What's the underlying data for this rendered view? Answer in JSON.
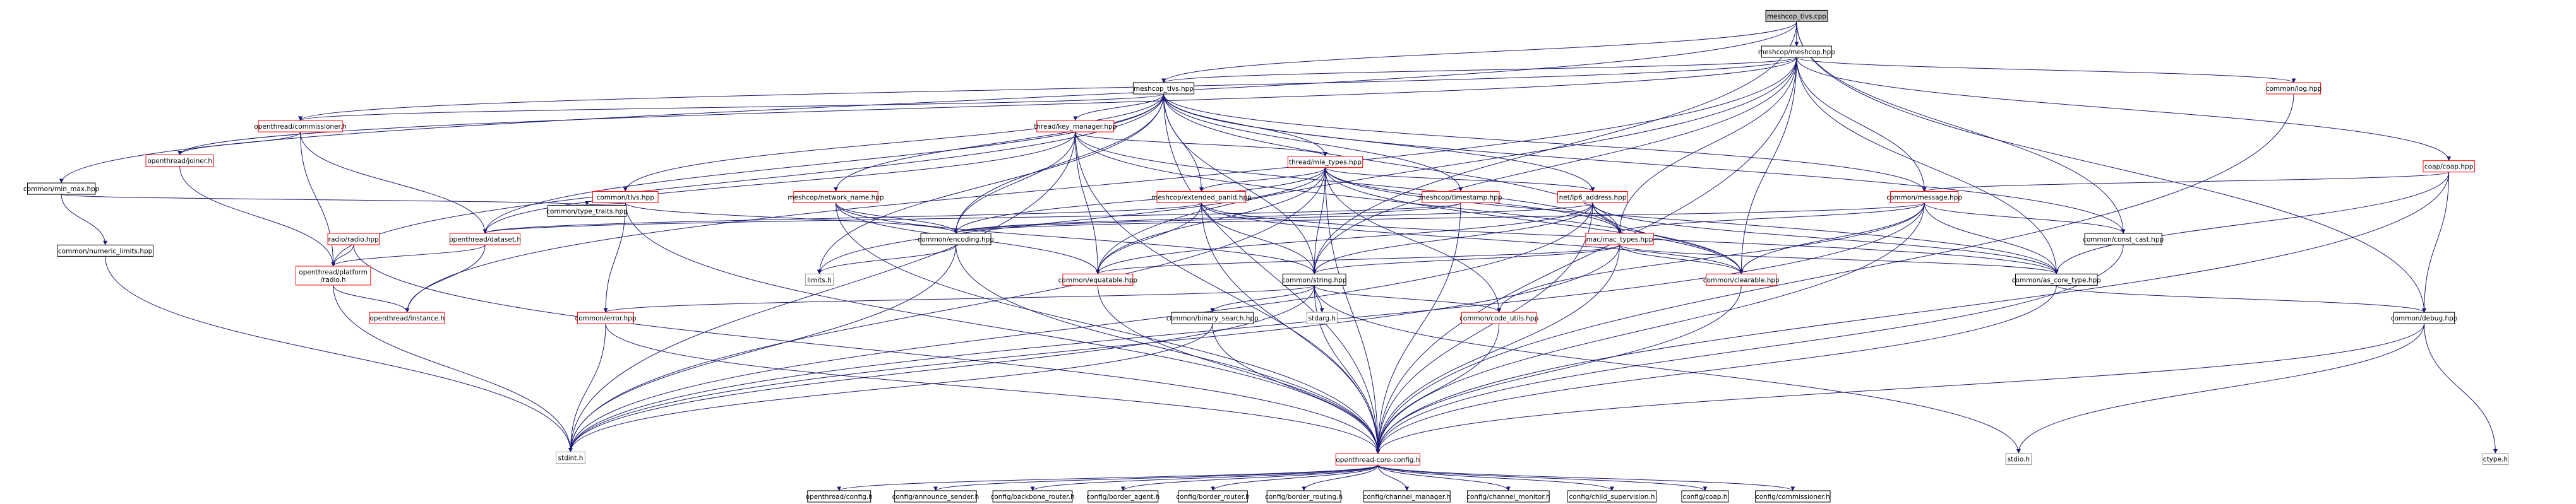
{
  "colors": {
    "edge": "#191970",
    "node_black": "#000000",
    "node_red": "#ff0000",
    "node_gray": "#999999",
    "focus_fill": "#bfbfbf"
  },
  "nodes": [
    {
      "id": "meshcop_tlvs_cpp",
      "label": "meshcop_tlvs.cpp",
      "style": "focus"
    },
    {
      "id": "meshcop_hpp",
      "label": "meshcop/meshcop.hpp",
      "style": "black"
    },
    {
      "id": "min_max",
      "label": "common/min_max.hpp",
      "style": "black"
    },
    {
      "id": "meshcop_tlvs_hpp",
      "label": "meshcop_tlvs.hpp",
      "style": "black"
    },
    {
      "id": "log_hpp",
      "label": "common/log.hpp",
      "style": "red"
    },
    {
      "id": "coap_hpp",
      "label": "coap/coap.hpp",
      "style": "red"
    },
    {
      "id": "commissioner_h",
      "label": "openthread/commissioner.h",
      "style": "red"
    },
    {
      "id": "key_manager",
      "label": "thread/key_manager.hpp",
      "style": "red"
    },
    {
      "id": "joiner_h",
      "label": "openthread/joiner.h",
      "style": "red"
    },
    {
      "id": "mle_types",
      "label": "thread/mle_types.hpp",
      "style": "red"
    },
    {
      "id": "numeric_limits",
      "label": "common/numeric_limits.hpp",
      "style": "black"
    },
    {
      "id": "tlvs_hpp",
      "label": "common/tlvs.hpp",
      "style": "red"
    },
    {
      "id": "network_name",
      "label": "meshcop/network_name.hpp",
      "style": "red"
    },
    {
      "id": "extended_panid",
      "label": "meshcop/extended_panid.hpp",
      "style": "red"
    },
    {
      "id": "timestamp",
      "label": "meshcop/timestamp.hpp",
      "style": "red"
    },
    {
      "id": "ip6_address",
      "label": "net/ip6_address.hpp",
      "style": "red"
    },
    {
      "id": "message_hpp",
      "label": "common/message.hpp",
      "style": "red"
    },
    {
      "id": "type_traits",
      "label": "common/type_traits.hpp",
      "style": "black"
    },
    {
      "id": "radio_hpp",
      "label": "radio/radio.hpp",
      "style": "red"
    },
    {
      "id": "dataset_h",
      "label": "openthread/dataset.h",
      "style": "red"
    },
    {
      "id": "encoding",
      "label": "common/encoding.hpp",
      "style": "black"
    },
    {
      "id": "mac_types",
      "label": "mac/mac_types.hpp",
      "style": "red"
    },
    {
      "id": "const_cast",
      "label": "common/const_cast.hpp",
      "style": "black"
    },
    {
      "id": "platform_radio",
      "label": "openthread/platform\n/radio.h",
      "style": "red"
    },
    {
      "id": "limits_h",
      "label": "limits.h",
      "style": "gray"
    },
    {
      "id": "equatable",
      "label": "common/equatable.hpp",
      "style": "red"
    },
    {
      "id": "string_hpp",
      "label": "common/string.hpp",
      "style": "black"
    },
    {
      "id": "clearable",
      "label": "common/clearable.hpp",
      "style": "red"
    },
    {
      "id": "as_core_type",
      "label": "common/as_core_type.hpp",
      "style": "black"
    },
    {
      "id": "debug_hpp",
      "label": "common/debug.hpp",
      "style": "black"
    },
    {
      "id": "instance_h",
      "label": "openthread/instance.h",
      "style": "red"
    },
    {
      "id": "error_hpp",
      "label": "common/error.hpp",
      "style": "red"
    },
    {
      "id": "binary_search",
      "label": "common/binary_search.hpp",
      "style": "black"
    },
    {
      "id": "stdarg_h",
      "label": "stdarg.h",
      "style": "gray"
    },
    {
      "id": "code_utils",
      "label": "common/code_utils.hpp",
      "style": "red"
    },
    {
      "id": "stdint_h",
      "label": "stdint.h",
      "style": "gray"
    },
    {
      "id": "core_config",
      "label": "openthread-core-config.h",
      "style": "red"
    },
    {
      "id": "stdio_h",
      "label": "stdio.h",
      "style": "gray"
    },
    {
      "id": "ctype_h",
      "label": "ctype.h",
      "style": "gray"
    },
    {
      "id": "ot_config",
      "label": "openthread/config.h",
      "style": "black"
    },
    {
      "id": "cfg_announce",
      "label": "config/announce_sender.h",
      "style": "black"
    },
    {
      "id": "cfg_backbone",
      "label": "config/backbone_router.h",
      "style": "black"
    },
    {
      "id": "cfg_border_agent",
      "label": "config/border_agent.h",
      "style": "black"
    },
    {
      "id": "cfg_border_router",
      "label": "config/border_router.h",
      "style": "black"
    },
    {
      "id": "cfg_border_routing",
      "label": "config/border_routing.h",
      "style": "black"
    },
    {
      "id": "cfg_channel_manager",
      "label": "config/channel_manager.h",
      "style": "black"
    },
    {
      "id": "cfg_channel_monitor",
      "label": "config/channel_monitor.h",
      "style": "black"
    },
    {
      "id": "cfg_child_supervision",
      "label": "config/child_supervision.h",
      "style": "black"
    },
    {
      "id": "cfg_coap",
      "label": "config/coap.h",
      "style": "black"
    },
    {
      "id": "cfg_commissioner",
      "label": "config/commissioner.h",
      "style": "black"
    }
  ],
  "edges": [
    [
      "meshcop_tlvs_cpp",
      "meshcop_hpp"
    ],
    [
      "meshcop_tlvs_cpp",
      "min_max"
    ],
    [
      "meshcop_tlvs_cpp",
      "meshcop_tlvs_hpp"
    ],
    [
      "meshcop_tlvs_cpp",
      "const_cast"
    ],
    [
      "meshcop_tlvs_cpp",
      "debug_hpp"
    ],
    [
      "meshcop_tlvs_cpp",
      "string_hpp"
    ],
    [
      "meshcop_hpp",
      "meshcop_tlvs_hpp"
    ],
    [
      "meshcop_hpp",
      "log_hpp"
    ],
    [
      "meshcop_hpp",
      "coap_hpp"
    ],
    [
      "meshcop_hpp",
      "commissioner_h"
    ],
    [
      "meshcop_hpp",
      "joiner_h"
    ],
    [
      "meshcop_hpp",
      "message_hpp"
    ],
    [
      "meshcop_hpp",
      "mac_types"
    ],
    [
      "meshcop_hpp",
      "string_hpp"
    ],
    [
      "meshcop_hpp",
      "equatable"
    ],
    [
      "meshcop_hpp",
      "clearable"
    ],
    [
      "meshcop_hpp",
      "as_core_type"
    ],
    [
      "meshcop_hpp",
      "core_config"
    ],
    [
      "meshcop_hpp",
      "instance_h"
    ],
    [
      "min_max",
      "numeric_limits"
    ],
    [
      "min_max",
      "type_traits"
    ],
    [
      "numeric_limits",
      "stdint_h"
    ],
    [
      "meshcop_tlvs_hpp",
      "commissioner_h"
    ],
    [
      "meshcop_tlvs_hpp",
      "key_manager"
    ],
    [
      "meshcop_tlvs_hpp",
      "mle_types"
    ],
    [
      "meshcop_tlvs_hpp",
      "tlvs_hpp"
    ],
    [
      "meshcop_tlvs_hpp",
      "network_name"
    ],
    [
      "meshcop_tlvs_hpp",
      "extended_panid"
    ],
    [
      "meshcop_tlvs_hpp",
      "timestamp"
    ],
    [
      "meshcop_tlvs_hpp",
      "ip6_address"
    ],
    [
      "meshcop_tlvs_hpp",
      "message_hpp"
    ],
    [
      "meshcop_tlvs_hpp",
      "dataset_h"
    ],
    [
      "meshcop_tlvs_hpp",
      "encoding"
    ],
    [
      "meshcop_tlvs_hpp",
      "const_cast"
    ],
    [
      "meshcop_tlvs_hpp",
      "string_hpp"
    ],
    [
      "meshcop_tlvs_hpp",
      "limits_h"
    ],
    [
      "meshcop_tlvs_hpp",
      "platform_radio"
    ],
    [
      "meshcop_tlvs_hpp",
      "core_config"
    ],
    [
      "meshcop_tlvs_hpp",
      "mac_types"
    ],
    [
      "log_hpp",
      "core_config"
    ],
    [
      "coap_hpp",
      "message_hpp"
    ],
    [
      "coap_hpp",
      "as_core_type"
    ],
    [
      "coap_hpp",
      "debug_hpp"
    ],
    [
      "coap_hpp",
      "core_config"
    ],
    [
      "commissioner_h",
      "joiner_h"
    ],
    [
      "commissioner_h",
      "dataset_h"
    ],
    [
      "commissioner_h",
      "platform_radio"
    ],
    [
      "joiner_h",
      "platform_radio"
    ],
    [
      "key_manager",
      "mle_types"
    ],
    [
      "key_manager",
      "encoding"
    ],
    [
      "key_manager",
      "equatable"
    ],
    [
      "key_manager",
      "clearable"
    ],
    [
      "key_manager",
      "dataset_h"
    ],
    [
      "key_manager",
      "mac_types"
    ],
    [
      "key_manager",
      "stdint_h"
    ],
    [
      "key_manager",
      "core_config"
    ],
    [
      "mle_types",
      "extended_panid"
    ],
    [
      "mle_types",
      "ip6_address"
    ],
    [
      "mle_types",
      "mac_types"
    ],
    [
      "mle_types",
      "encoding"
    ],
    [
      "mle_types",
      "equatable"
    ],
    [
      "mle_types",
      "string_hpp"
    ],
    [
      "mle_types",
      "clearable"
    ],
    [
      "mle_types",
      "as_core_type"
    ],
    [
      "mle_types",
      "code_utils"
    ],
    [
      "mle_types",
      "core_config"
    ],
    [
      "mle_types",
      "stdint_h"
    ],
    [
      "mle_types",
      "limits_h"
    ],
    [
      "tlvs_hpp",
      "type_traits"
    ],
    [
      "tlvs_hpp",
      "encoding"
    ],
    [
      "tlvs_hpp",
      "error_hpp"
    ],
    [
      "tlvs_hpp",
      "core_config"
    ],
    [
      "network_name",
      "encoding"
    ],
    [
      "network_name",
      "equatable"
    ],
    [
      "network_name",
      "string_hpp"
    ],
    [
      "network_name",
      "core_config"
    ],
    [
      "extended_panid",
      "equatable"
    ],
    [
      "extended_panid",
      "string_hpp"
    ],
    [
      "extended_panid",
      "clearable"
    ],
    [
      "extended_panid",
      "as_core_type"
    ],
    [
      "extended_panid",
      "core_config"
    ],
    [
      "extended_panid",
      "dataset_h"
    ],
    [
      "timestamp",
      "encoding"
    ],
    [
      "timestamp",
      "dataset_h"
    ],
    [
      "timestamp",
      "core_config"
    ],
    [
      "ip6_address",
      "encoding"
    ],
    [
      "ip6_address",
      "equatable"
    ],
    [
      "ip6_address",
      "string_hpp"
    ],
    [
      "ip6_address",
      "clearable"
    ],
    [
      "ip6_address",
      "as_core_type"
    ],
    [
      "ip6_address",
      "mac_types"
    ],
    [
      "ip6_address",
      "core_config"
    ],
    [
      "ip6_address",
      "stdint_h"
    ],
    [
      "message_hpp",
      "encoding"
    ],
    [
      "message_hpp",
      "const_cast"
    ],
    [
      "message_hpp",
      "as_core_type"
    ],
    [
      "message_hpp",
      "clearable"
    ],
    [
      "message_hpp",
      "code_utils"
    ],
    [
      "message_hpp",
      "core_config"
    ],
    [
      "message_hpp",
      "stdint_h"
    ],
    [
      "message_hpp",
      "mac_types"
    ],
    [
      "radio_hpp",
      "platform_radio"
    ],
    [
      "radio_hpp",
      "core_config"
    ],
    [
      "dataset_h",
      "platform_radio"
    ],
    [
      "dataset_h",
      "instance_h"
    ],
    [
      "encoding",
      "limits_h"
    ],
    [
      "encoding",
      "stdint_h"
    ],
    [
      "encoding",
      "core_config"
    ],
    [
      "mac_types",
      "string_hpp"
    ],
    [
      "mac_types",
      "equatable"
    ],
    [
      "mac_types",
      "clearable"
    ],
    [
      "mac_types",
      "as_core_type"
    ],
    [
      "mac_types",
      "core_config"
    ],
    [
      "mac_types",
      "stdint_h"
    ],
    [
      "const_cast",
      "core_config"
    ],
    [
      "platform_radio",
      "instance_h"
    ],
    [
      "platform_radio",
      "stdint_h"
    ],
    [
      "equatable",
      "core_config"
    ],
    [
      "string_hpp",
      "error_hpp"
    ],
    [
      "string_hpp",
      "binary_search"
    ],
    [
      "string_hpp",
      "stdarg_h"
    ],
    [
      "string_hpp",
      "code_utils"
    ],
    [
      "string_hpp",
      "stdint_h"
    ],
    [
      "string_hpp",
      "core_config"
    ],
    [
      "string_hpp",
      "stdio_h"
    ],
    [
      "clearable",
      "core_config"
    ],
    [
      "as_core_type",
      "debug_hpp"
    ],
    [
      "as_core_type",
      "core_config"
    ],
    [
      "debug_hpp",
      "ctype_h"
    ],
    [
      "debug_hpp",
      "stdio_h"
    ],
    [
      "debug_hpp",
      "core_config"
    ],
    [
      "error_hpp",
      "core_config"
    ],
    [
      "error_hpp",
      "stdint_h"
    ],
    [
      "binary_search",
      "core_config"
    ],
    [
      "binary_search",
      "stdint_h"
    ],
    [
      "code_utils",
      "core_config"
    ],
    [
      "core_config",
      "ot_config"
    ],
    [
      "core_config",
      "cfg_announce"
    ],
    [
      "core_config",
      "cfg_backbone"
    ],
    [
      "core_config",
      "cfg_border_agent"
    ],
    [
      "core_config",
      "cfg_border_router"
    ],
    [
      "core_config",
      "cfg_border_routing"
    ],
    [
      "core_config",
      "cfg_channel_manager"
    ],
    [
      "core_config",
      "cfg_channel_monitor"
    ],
    [
      "core_config",
      "cfg_child_supervision"
    ],
    [
      "core_config",
      "cfg_coap"
    ],
    [
      "core_config",
      "cfg_commissioner"
    ]
  ]
}
